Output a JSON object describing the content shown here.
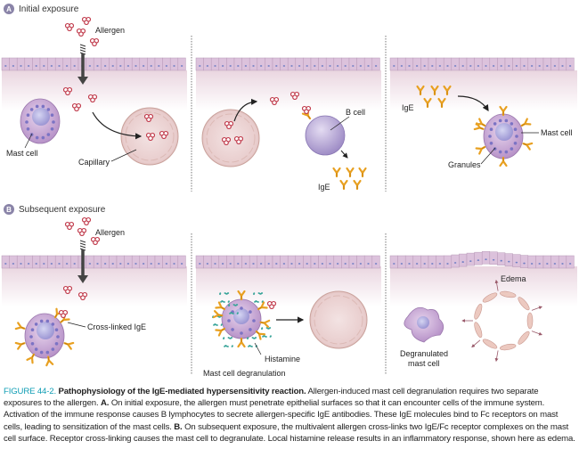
{
  "sections": {
    "a": {
      "badge": "A",
      "title": "Initial exposure"
    },
    "b": {
      "badge": "B",
      "title": "Subsequent exposure"
    }
  },
  "labels": {
    "a_allergen": "Allergen",
    "a_mast_cell": "Mast cell",
    "a_capillary": "Capillary",
    "a_b_cell": "B cell",
    "a_ige_1": "IgE",
    "a_ige_2": "IgE",
    "a_mast_cell_2": "Mast cell",
    "a_granules": "Granules",
    "b_allergen": "Allergen",
    "b_cross_linked": "Cross-linked IgE",
    "b_histamine": "Histamine",
    "b_degranulation": "Mast cell degranulation",
    "b_edema": "Edema",
    "b_degranulated_1": "Degranulated",
    "b_degranulated_2": "mast cell"
  },
  "caption": {
    "figure_number": "FIGURE 44-2.",
    "title": "Pathophysiology of the IgE-mediated hypersensitivity reaction.",
    "intro": " Allergen-induced mast cell degranulation requires two separate exposures to the allergen. ",
    "a_label": "A.",
    "a_text": " On initial exposure, the allergen must penetrate epithelial surfaces so that it can encounter cells of the immune system. Activation of the immune response causes B lymphocytes to secrete allergen-specific IgE antibodies. These IgE molecules bind to Fc receptors on mast cells, leading to sensitization of the mast cells. ",
    "b_label": "B.",
    "b_text": " On subsequent exposure, the multivalent allergen cross-links two IgE/Fc receptor complexes on the mast cell surface. Receptor cross-linking causes the mast cell to degranulate. Local histamine release results in an inflammatory response, shown here as edema."
  },
  "colors": {
    "caption_accent": "#0f9db4",
    "epithelium": "#d9b8d4",
    "allergen": "#c0394a",
    "ige": "#e8a020",
    "mast_cell": "#c9a9d6",
    "badge": "#8a84a8"
  }
}
